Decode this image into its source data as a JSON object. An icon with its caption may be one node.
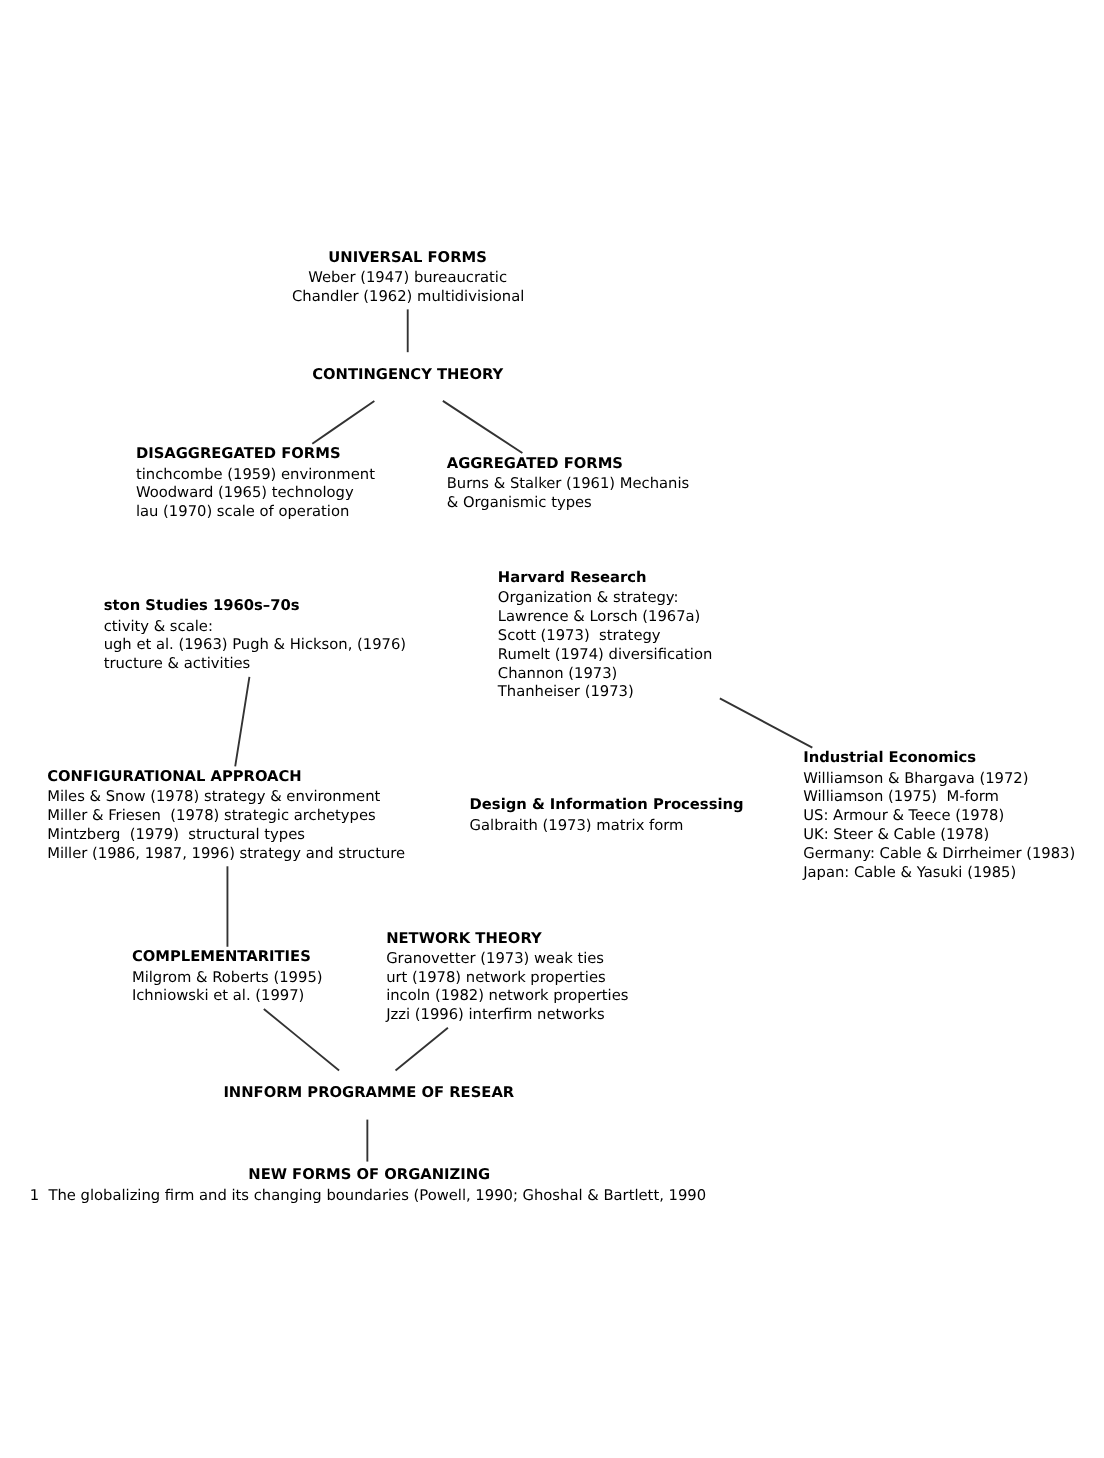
{
  "diagram": {
    "nodes": [
      {
        "text": [
          "UNIVERSAL FORMS",
          "Weber (1947) bureaucratic",
          "Chandler (1962) multidivisional"
        ]
      },
      {
        "text": [
          "CONTINGENCY THEORY"
        ]
      },
      {
        "text": [
          "DISAGGREGATED FORMS",
          "tinchcombe (1959) environment",
          "Woodward (1965) technology",
          "lau (1970) scale of operation"
        ]
      },
      {
        "text": [
          "AGGREGATED FORMS",
          "Burns & Stalker (1961) Mechanis",
          "& Organismic types"
        ]
      },
      {
        "text": [
          "ston Studies 1960s–70s",
          "ctivity & scale:",
          "ugh et al. (1963) Pugh & Hickson, (1976)",
          "tructure & activities"
        ]
      },
      {
        "text": [
          "Harvard Research",
          "Organization & strategy:",
          "Lawrence & Lorsch (1967a)",
          "Scott (1973)  strategy",
          "Rumelt (1974) diversification",
          "Channon (1973)",
          "Thanheiser (1973)"
        ]
      },
      {
        "text": [
          "Design & Information Processing",
          "Galbraith (1973) matrix form"
        ]
      },
      {
        "text": [
          "Industrial Economics",
          "Williamson & Bhargava (1972)",
          "Williamson (1975)  M-form",
          "US: Armour & Teece (1978)",
          "UK: Steer & Cable (1978)",
          "Germany: Cable & Dirrheimer (1983)",
          "Japan: Cable & Yasuki (1985)"
        ]
      },
      {
        "text": [
          "CONFIGURATIONAL APPROACH",
          "Miles & Snow (1978) strategy & environment",
          "Miller & Friesen  (1978) strategic archetypes",
          "Mintzberg  (1979)  structural types",
          "Miller (1986, 1987, 1996) strategy and structure"
        ]
      },
      {
        "text": [
          "NETWORK THEORY",
          "Granovetter (1973) weak ties",
          "urt (1978) network properties",
          "incoln (1982) network properties",
          "Jzzi (1996) interfirm networks"
        ]
      },
      {
        "text": [
          "COMPLEMENTARITIES",
          "Milgrom & Roberts (1995)",
          "Ichniowski et al. (1997)"
        ]
      },
      {
        "text": [
          "INNFORM PROGRAMME OF RESEAR"
        ]
      },
      {
        "text": [
          "NEW FORMS OF ORGANIZING",
          "1  The globalizing firm and its changing boundaries (Powell, 1990; Ghoshal & Bartlett, 1990"
        ]
      }
    ],
    "edges": [
      {
        "from": 0,
        "to": 1,
        "arrow": "none"
      },
      {
        "from": 1,
        "to": 2,
        "arrow": "none"
      },
      {
        "from": 1,
        "to": 3,
        "arrow": "none"
      },
      {
        "from": 5,
        "to": 7,
        "arrow": "none"
      },
      {
        "from": 4,
        "to": 8,
        "arrow": "none"
      },
      {
        "from": 8,
        "to": 10,
        "arrow": "none"
      },
      {
        "from": 9,
        "to": 11,
        "arrow": "none"
      },
      {
        "from": 10,
        "to": 11,
        "arrow": "none"
      },
      {
        "from": 11,
        "to": 12,
        "arrow": "none"
      }
    ]
  }
}
